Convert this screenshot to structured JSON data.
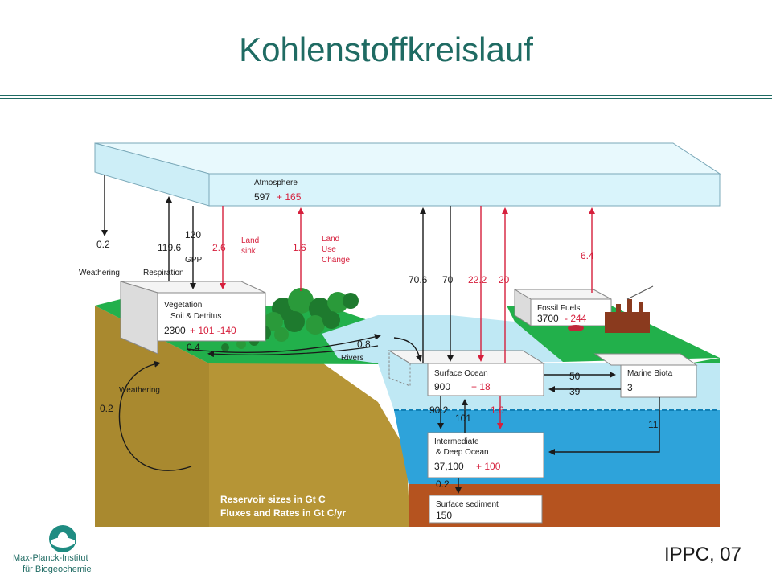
{
  "slide": {
    "title": "Kohlenstoffkreislauf",
    "credit": "IPPC, 07",
    "logo_line1": "Max-Planck-Institut",
    "logo_line2": "für Biogeochemie"
  },
  "diagram": {
    "atmosphere": {
      "label": "Atmosphere",
      "value": "597",
      "delta": "+ 165"
    },
    "vegetation": {
      "label": "Vegetation",
      "sublabel": "Soil & Detritus",
      "value": "2300",
      "delta": "+ 101 -140"
    },
    "fossil": {
      "label": "Fossil Fuels",
      "value": "3700",
      "delta": "- 244"
    },
    "surface_ocean": {
      "label": "Surface Ocean",
      "value": "900",
      "delta": "+ 18"
    },
    "marine_biota": {
      "label": "Marine Biota",
      "value": "3"
    },
    "deep_ocean": {
      "label1": "Intermediate",
      "label2": "& Deep Ocean",
      "value": "37,100",
      "delta": "+ 100"
    },
    "sediment": {
      "label": "Surface sediment",
      "value": "150"
    },
    "fluxes": {
      "weathering_atm": "0.2",
      "weathering_atm_label": "Weathering",
      "respiration": "119.6",
      "respiration_label": "Respiration",
      "gpp": "120",
      "gpp_label": "GPP",
      "land_sink": "2.6",
      "land_sink_label1": "Land",
      "land_sink_label2": "sink",
      "land_use": "1.6",
      "land_use_label1": "Land",
      "land_use_label2": "Use",
      "land_use_label3": "Change",
      "ocean_up": "70.6",
      "ocean_down": "70",
      "ocean_red_down": "22.2",
      "ocean_red_up": "20",
      "fossil_emission": "6.4",
      "rivers": "0.8",
      "rivers_label": "Rivers",
      "river_small": "0.4",
      "bio_to_biota": "50",
      "biota_to_surface": "39",
      "biota_to_deep": "11",
      "surface_to_deep": "90.2",
      "deep_to_surface": "101",
      "red_to_deep": "1.6",
      "deep_to_sediment": "0.2",
      "weathering_rock": "0.2",
      "weathering_rock_label": "Weathering"
    },
    "legend_line1": "Reservoir sizes in Gt C",
    "legend_line2": "Fluxes and Rates in Gt C/yr"
  },
  "colors": {
    "title": "#1f6b63",
    "red_flux": "#d61f3c",
    "atmosphere": "#d9f4fb",
    "ocean_surface": "#bfe8f4",
    "ocean_deep": "#2ea3da",
    "soil": "#b69536",
    "sediment": "#b5531f",
    "land_green": "#22b04b"
  }
}
